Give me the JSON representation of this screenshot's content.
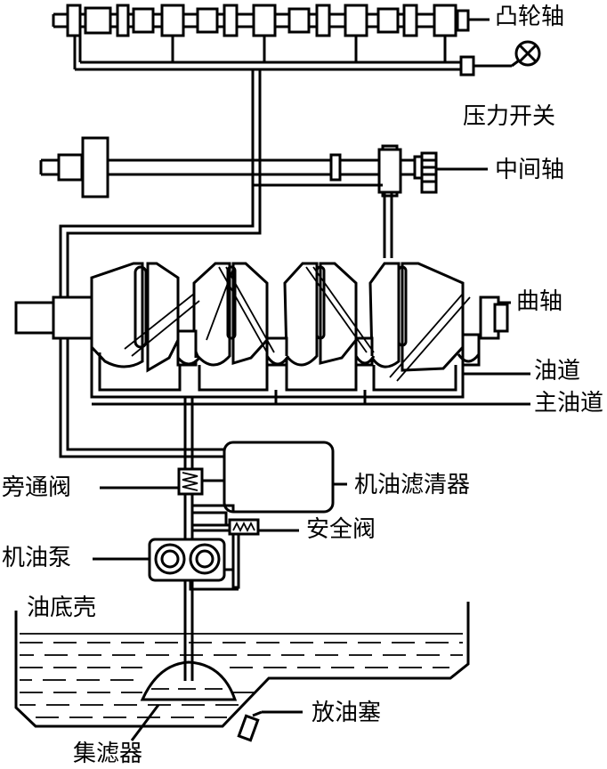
{
  "labels": {
    "camshaft": "凸轮轴",
    "pressure_switch": "压力开关",
    "intermediate_shaft": "中间轴",
    "crankshaft": "曲轴",
    "oil_passage": "油道",
    "main_oil_gallery": "主油道",
    "bypass_valve": "旁通阀",
    "oil_filter": "机油滤清器",
    "safety_valve": "安全阀",
    "oil_pump": "机油泵",
    "oil_pan": "油底壳",
    "drain_plug": "放油塞",
    "strainer": "集滤器"
  }
}
